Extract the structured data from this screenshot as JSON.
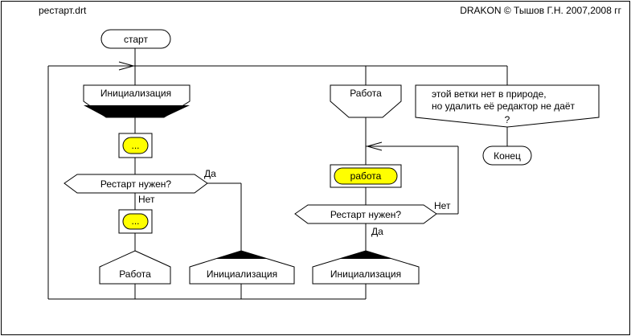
{
  "header": {
    "file_name": "рестарт.drt",
    "copyright": "DRAKON © Тышов Г.Н. 2007,2008 гг"
  },
  "diagram": {
    "start_label": "старт",
    "branch1_title": "Инициализация",
    "action1": "...",
    "question1": "Рестарт нужен?",
    "answer_yes": "Да",
    "answer_no": "Нет",
    "action2": "...",
    "addr1": "Работа",
    "addr2": "Инициализация",
    "branch2_title": "Работа",
    "action3": "работа",
    "question2": "Рестарт нужен?",
    "answer_no2": "Нет",
    "answer_yes2": "Да",
    "addr3": "Инициализация",
    "branch3_line1": "этой ветки нет в природе,",
    "branch3_line2": "но удалить её редактор не даёт",
    "branch3_line3": "?",
    "end_label": "Конец"
  },
  "colors": {
    "action_fill": "#ffff00",
    "line": "#000000",
    "background": "#ffffff"
  }
}
